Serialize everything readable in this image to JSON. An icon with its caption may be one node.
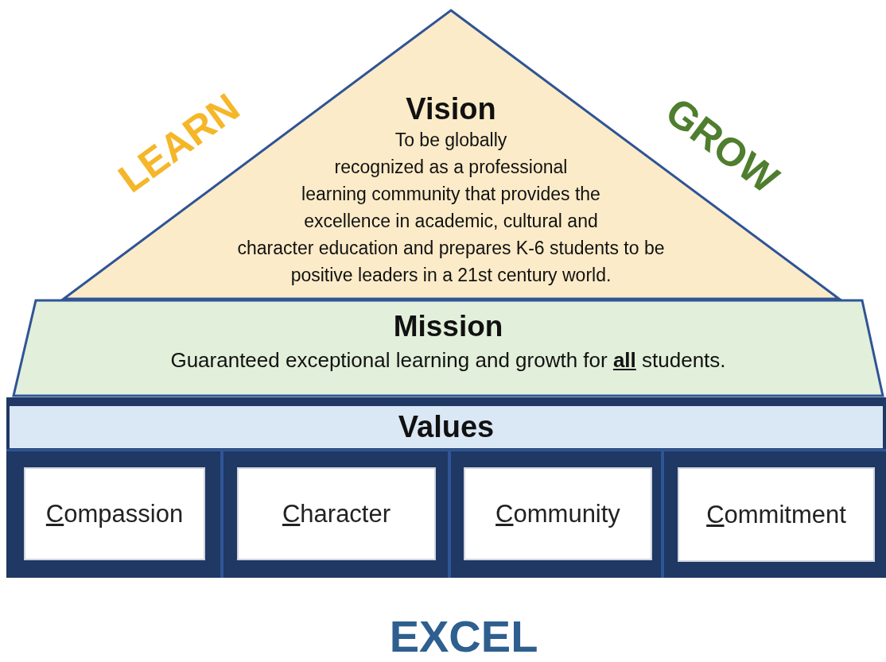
{
  "diagram": {
    "nodes": [
      {
        "text": [
          "Vision",
          "To be globally recognized as a professional learning community that provides the excellence in academic, cultural and character education and prepares K-6 students to be positive leaders in a 21st century world."
        ]
      },
      {
        "text": [
          "Mission",
          "Guaranteed exceptional learning and growth for **all** students."
        ]
      },
      {
        "text": [
          "Values"
        ]
      },
      {
        "text": [
          "Compassion"
        ]
      },
      {
        "text": [
          "Character"
        ]
      },
      {
        "text": [
          "Community"
        ]
      },
      {
        "text": [
          "Commitment"
        ]
      }
    ],
    "labels": [
      "LEARN",
      "GROW",
      "EXCEL"
    ]
  }
}
